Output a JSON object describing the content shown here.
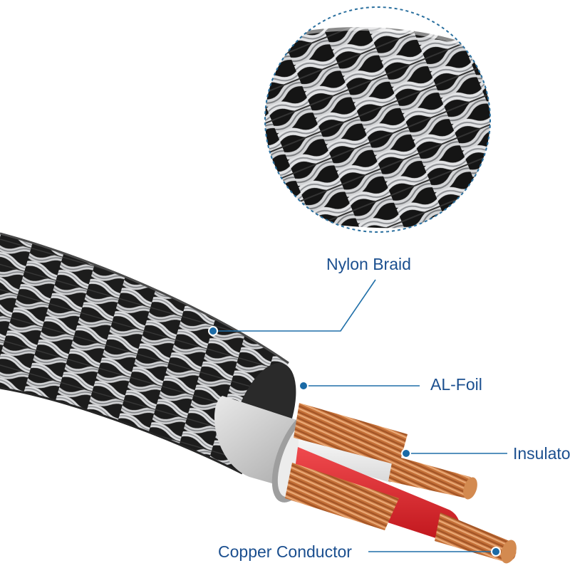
{
  "diagram": {
    "labels": {
      "nylon_braid": "Nylon Braid",
      "al_foil": "AL-Foil",
      "insulator": "Insulator",
      "copper_conductor": "Copper Conductor"
    },
    "colors": {
      "label_text": "#1b4f8f",
      "leader_line": "#1f6fa8",
      "marker_dot": "#1a6aa6",
      "magnifier_border": "#2a6f9e",
      "braid_dark": "#1c1c1c",
      "braid_silver": "#d9dadb",
      "foil": "#c9c9c9",
      "insulator_white": "#f4f4f4",
      "insulator_red": "#e0282d",
      "copper": "#c8733d"
    },
    "icons": [
      "magnifier-circle",
      "callout-dot"
    ]
  }
}
